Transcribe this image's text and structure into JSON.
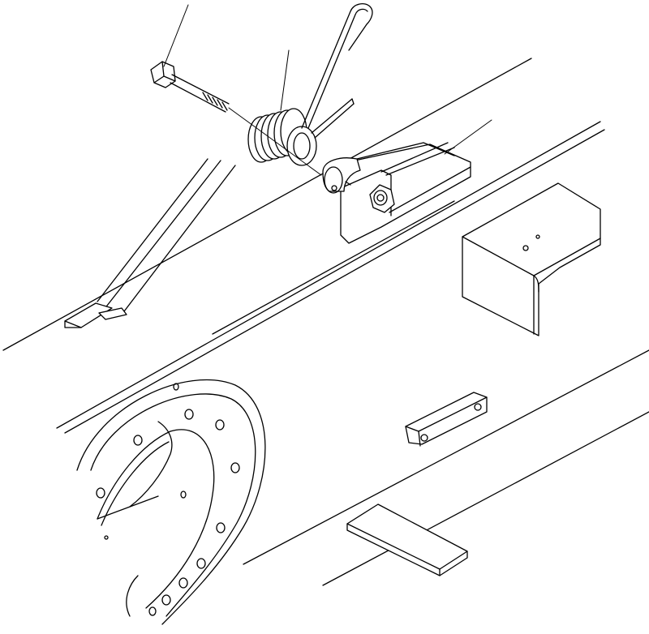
{
  "diagram": {
    "kind": "exploded-parts-drawing",
    "colors": {
      "line": "#000000",
      "background": "#ffffff"
    },
    "leader_count": 3,
    "parts": [
      "bolt",
      "torsion-spring",
      "bracket-with-nut",
      "frame-member",
      "slewing-ring-bearing",
      "pad",
      "plate-block",
      "angle-bracket"
    ]
  }
}
